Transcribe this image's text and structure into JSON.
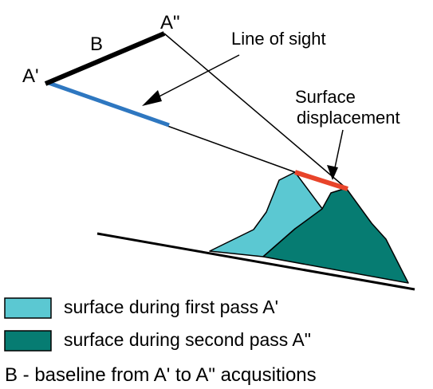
{
  "diagram": {
    "labels": {
      "a_prime": "A'",
      "a_double_prime": "A\"",
      "baseline": "B",
      "line_of_sight": "Line of sight",
      "surface_displacement_line1": "Surface",
      "surface_displacement_line2": "displacement"
    },
    "legend": [
      {
        "label": "surface during first pass A'",
        "color": "#5BC8D2"
      },
      {
        "label": "surface during second pass A\"",
        "color": "#067C72"
      }
    ],
    "caption": "B - baseline from A' to A\" acqusitions",
    "colors": {
      "baseline": "#000000",
      "line_of_sight_segment": "#2E77C0",
      "displacement": "#E8442A",
      "first_surface": "#5BC8D2",
      "second_surface": "#067C72",
      "outline": "#000000"
    }
  }
}
